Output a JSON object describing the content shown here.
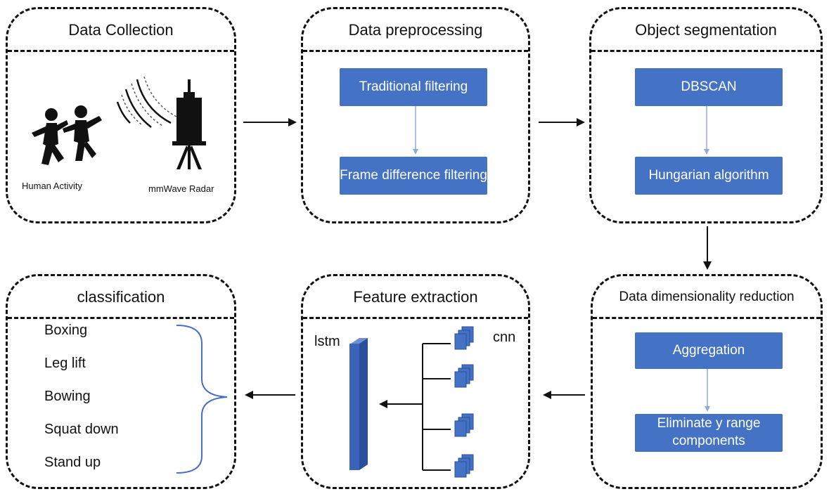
{
  "data_collection": {
    "title": "Data Collection",
    "human_label": "Human Activity",
    "radar_label": "mmWave Radar"
  },
  "preprocessing": {
    "title": "Data preprocessing",
    "step1": "Traditional filtering",
    "step2": "Frame difference filtering"
  },
  "segmentation": {
    "title": "Object segmentation",
    "step1": "DBSCAN",
    "step2": "Hungarian algorithm"
  },
  "reduction": {
    "title": "Data dimensionality reduction",
    "step1": "Aggregation",
    "step2": "Eliminate y range components"
  },
  "feature": {
    "title": "Feature extraction",
    "lstm": "lstm",
    "cnn": "cnn"
  },
  "classification": {
    "title": "classification",
    "items": [
      "Boxing",
      "Leg lift",
      "Bowing",
      "Squat down",
      "Stand up"
    ]
  },
  "colors": {
    "box": "#4472c4",
    "connector": "#8faadc",
    "brace": "#4a6ec8",
    "lstm": "#3b63b8"
  }
}
